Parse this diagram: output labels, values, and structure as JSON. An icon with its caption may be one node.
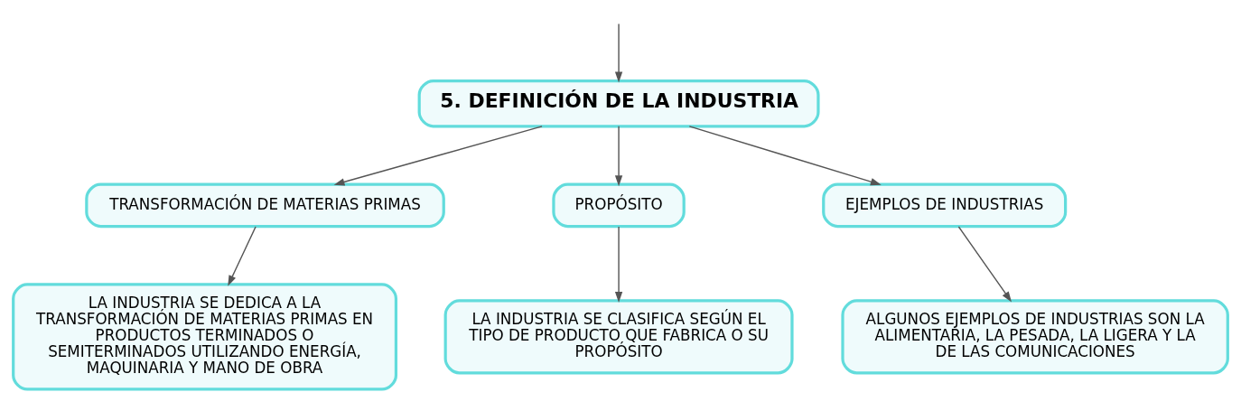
{
  "diagram": {
    "nodes": [
      {
        "text": [
          "5. DEFINICIÓN DE LA INDUSTRIA"
        ]
      },
      {
        "text": [
          "TRANSFORMACIÓN DE MATERIAS PRIMAS"
        ]
      },
      {
        "text": [
          "PROPÓSITO"
        ]
      },
      {
        "text": [
          "EJEMPLOS DE INDUSTRIAS"
        ]
      },
      {
        "text": [
          "LA INDUSTRIA SE DEDICA A LA TRANSFORMACIÓN DE MATERIAS PRIMAS EN PRODUCTOS TERMINADOS O SEMITERMINADOS UTILIZANDO ENERGÍA, MAQUINARIA Y MANO DE OBRA"
        ]
      },
      {
        "text": [
          "LA INDUSTRIA SE CLASIFICA SEGÚN EL TIPO DE PRODUCTO QUE FABRICA O SU PROPÓSITO"
        ]
      },
      {
        "text": [
          "ALGUNOS EJEMPLOS DE INDUSTRIAS SON LA ALIMENTARIA, LA PESADA, LA LIGERA Y LA DE LAS COMUNICACIONES"
        ]
      }
    ],
    "edges": [
      {
        "from": null,
        "to": 0,
        "arrow": "to"
      },
      {
        "from": 0,
        "to": 1,
        "arrow": "to"
      },
      {
        "from": 0,
        "to": 2,
        "arrow": "to"
      },
      {
        "from": 0,
        "to": 3,
        "arrow": "to"
      },
      {
        "from": 1,
        "to": 4,
        "arrow": "to"
      },
      {
        "from": 2,
        "to": 5,
        "arrow": "to"
      },
      {
        "from": 3,
        "to": 6,
        "arrow": "to"
      }
    ]
  }
}
